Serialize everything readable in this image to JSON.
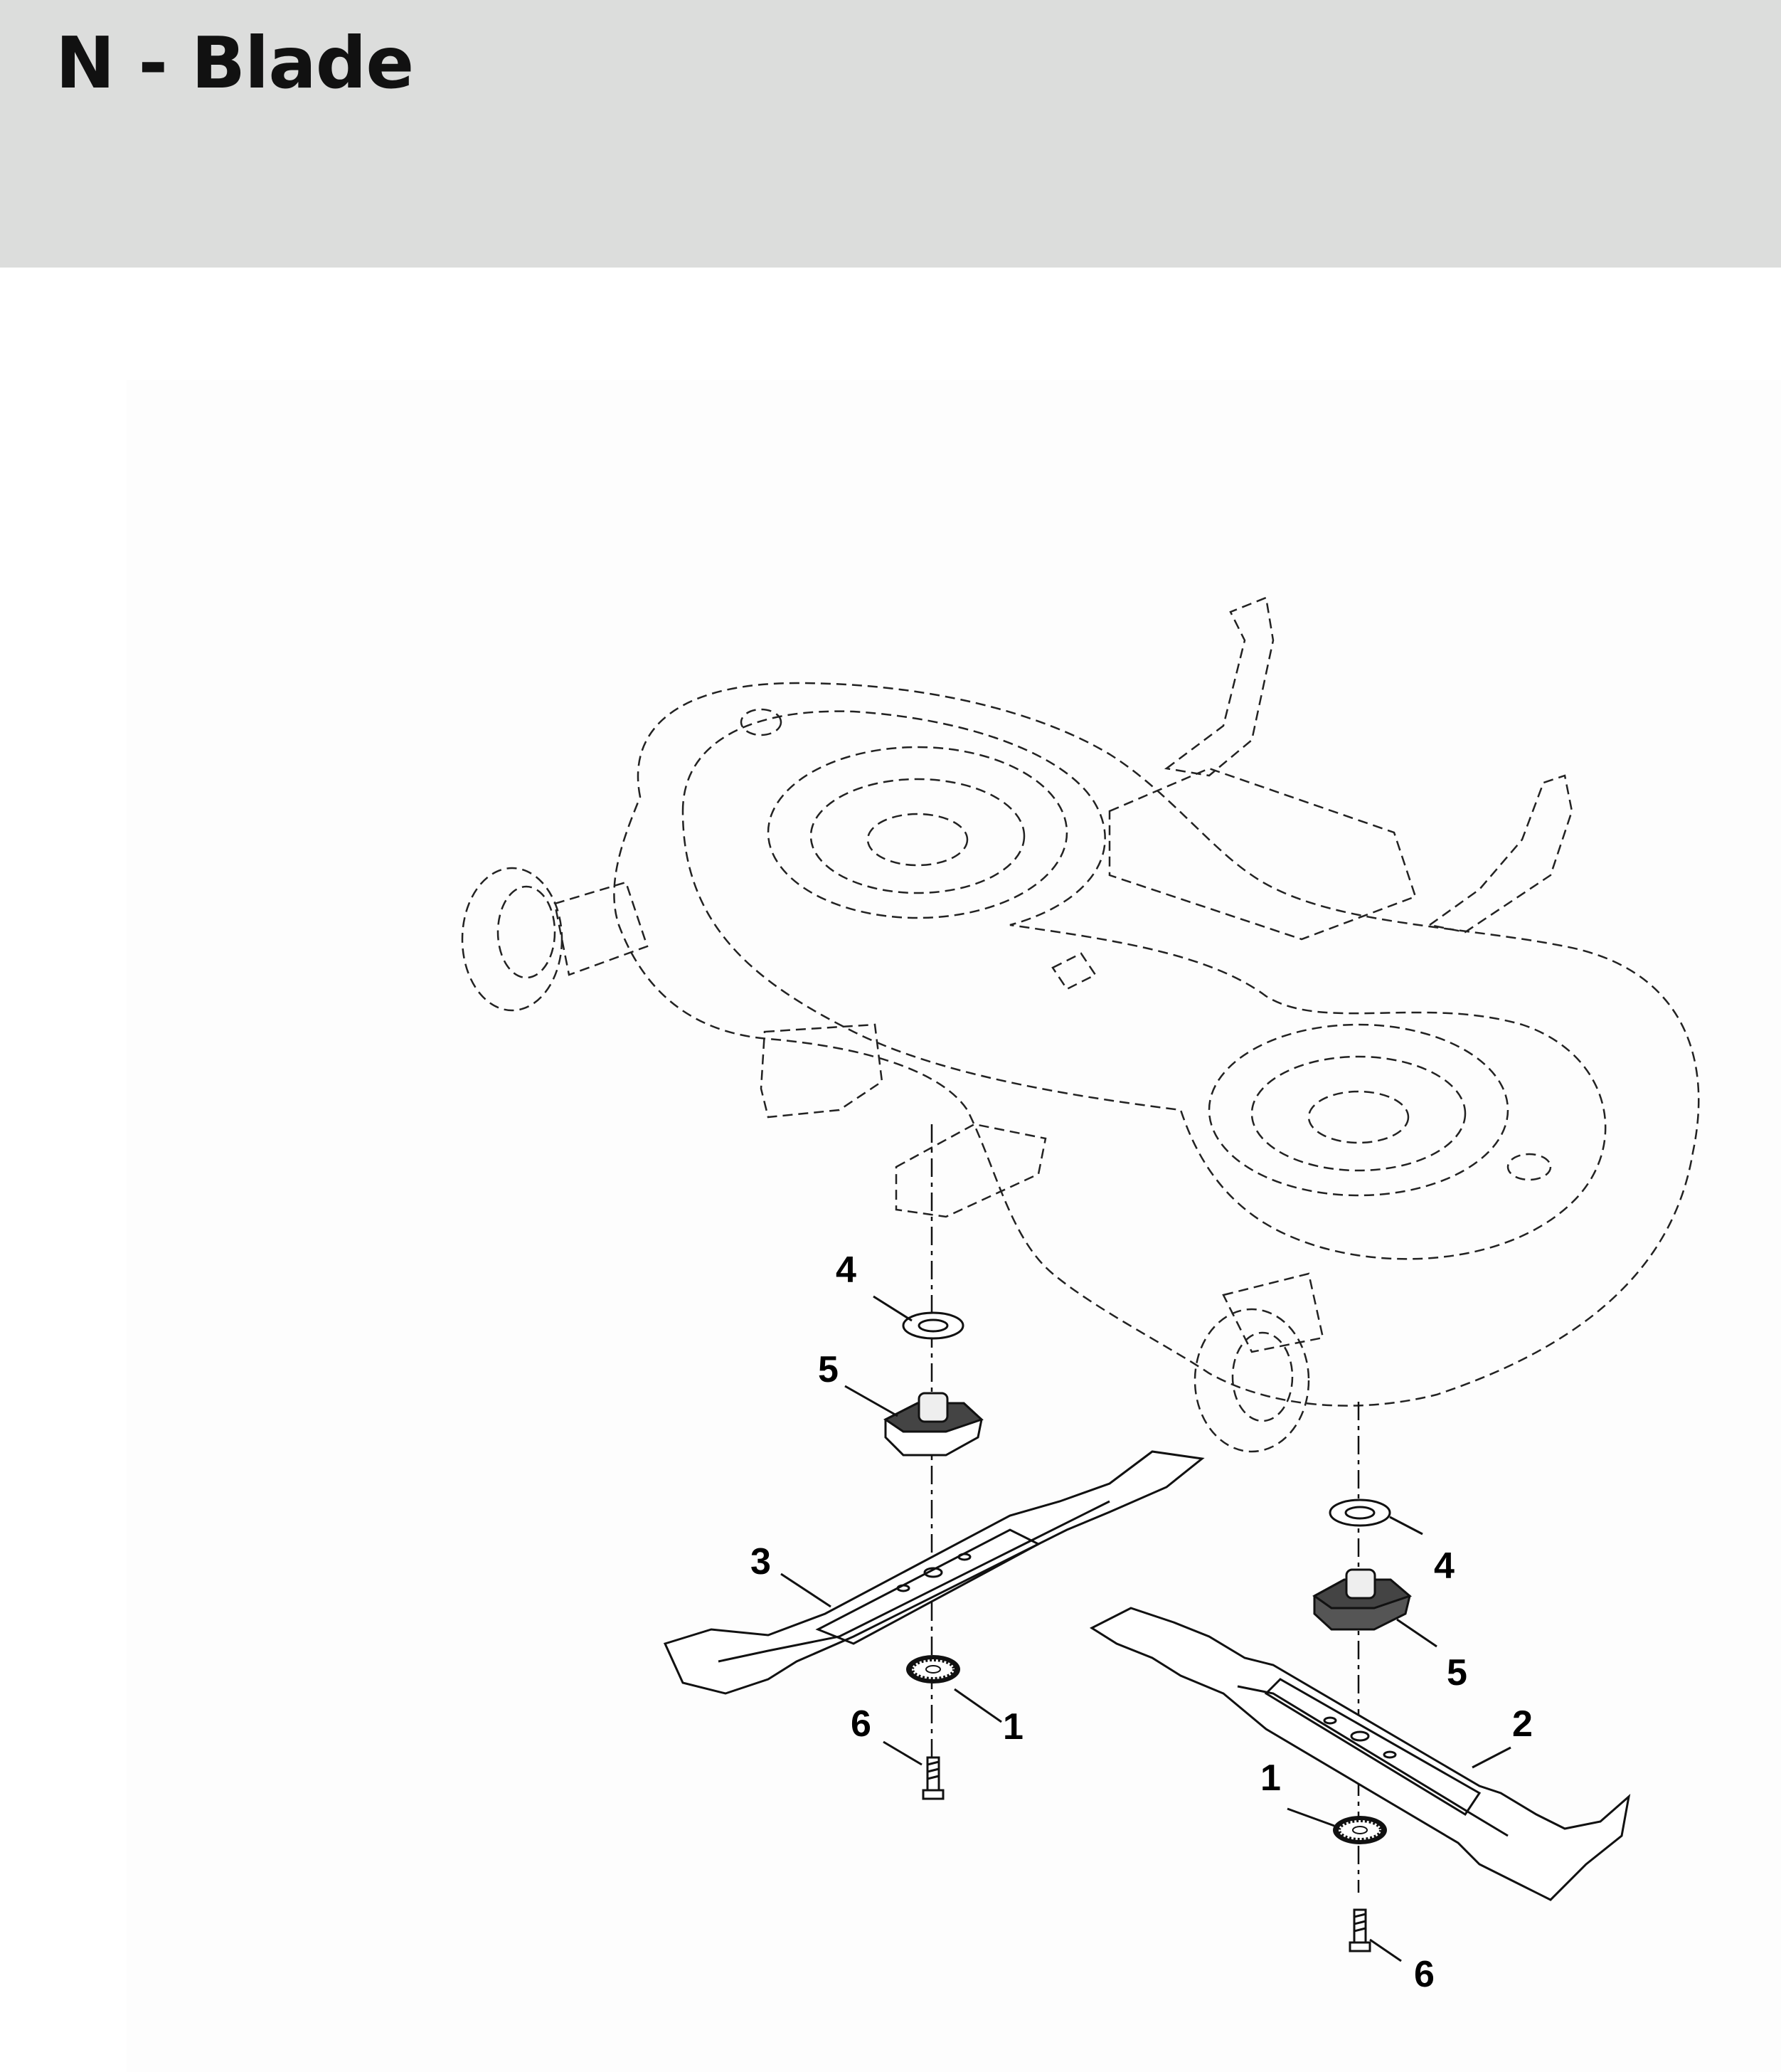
{
  "header": {
    "title": "N - Blade",
    "background_color": "#dcdddc"
  },
  "diagram": {
    "callouts": [
      {
        "id": "callout-4-left",
        "label": "4"
      },
      {
        "id": "callout-5-left",
        "label": "5"
      },
      {
        "id": "callout-3",
        "label": "3"
      },
      {
        "id": "callout-1-left",
        "label": "1"
      },
      {
        "id": "callout-6-left",
        "label": "6"
      },
      {
        "id": "callout-4-right",
        "label": "4"
      },
      {
        "id": "callout-5-right",
        "label": "5"
      },
      {
        "id": "callout-2",
        "label": "2"
      },
      {
        "id": "callout-1-right",
        "label": "1"
      },
      {
        "id": "callout-6-right",
        "label": "6"
      }
    ]
  }
}
